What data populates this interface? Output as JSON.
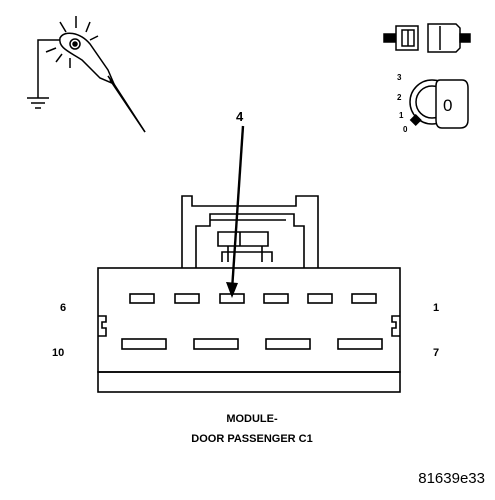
{
  "figure": {
    "id_label": "81639e33"
  },
  "connector": {
    "title_line1": "MODULE-",
    "title_line2": "DOOR PASSENGER C1",
    "pin_labels": {
      "top_left": "6",
      "top_right": "1",
      "bottom_left": "10",
      "bottom_right": "7"
    },
    "callout_pin": "4"
  },
  "ignition": {
    "positions": [
      "3",
      "2",
      "1",
      "0"
    ],
    "key_label": "0"
  },
  "icons": {
    "test_light": "test-light-probe-icon",
    "ground": "ground-symbol-icon",
    "connector_disconnect": "connector-disconnected-icon",
    "ignition_switch": "ignition-switch-icon"
  }
}
